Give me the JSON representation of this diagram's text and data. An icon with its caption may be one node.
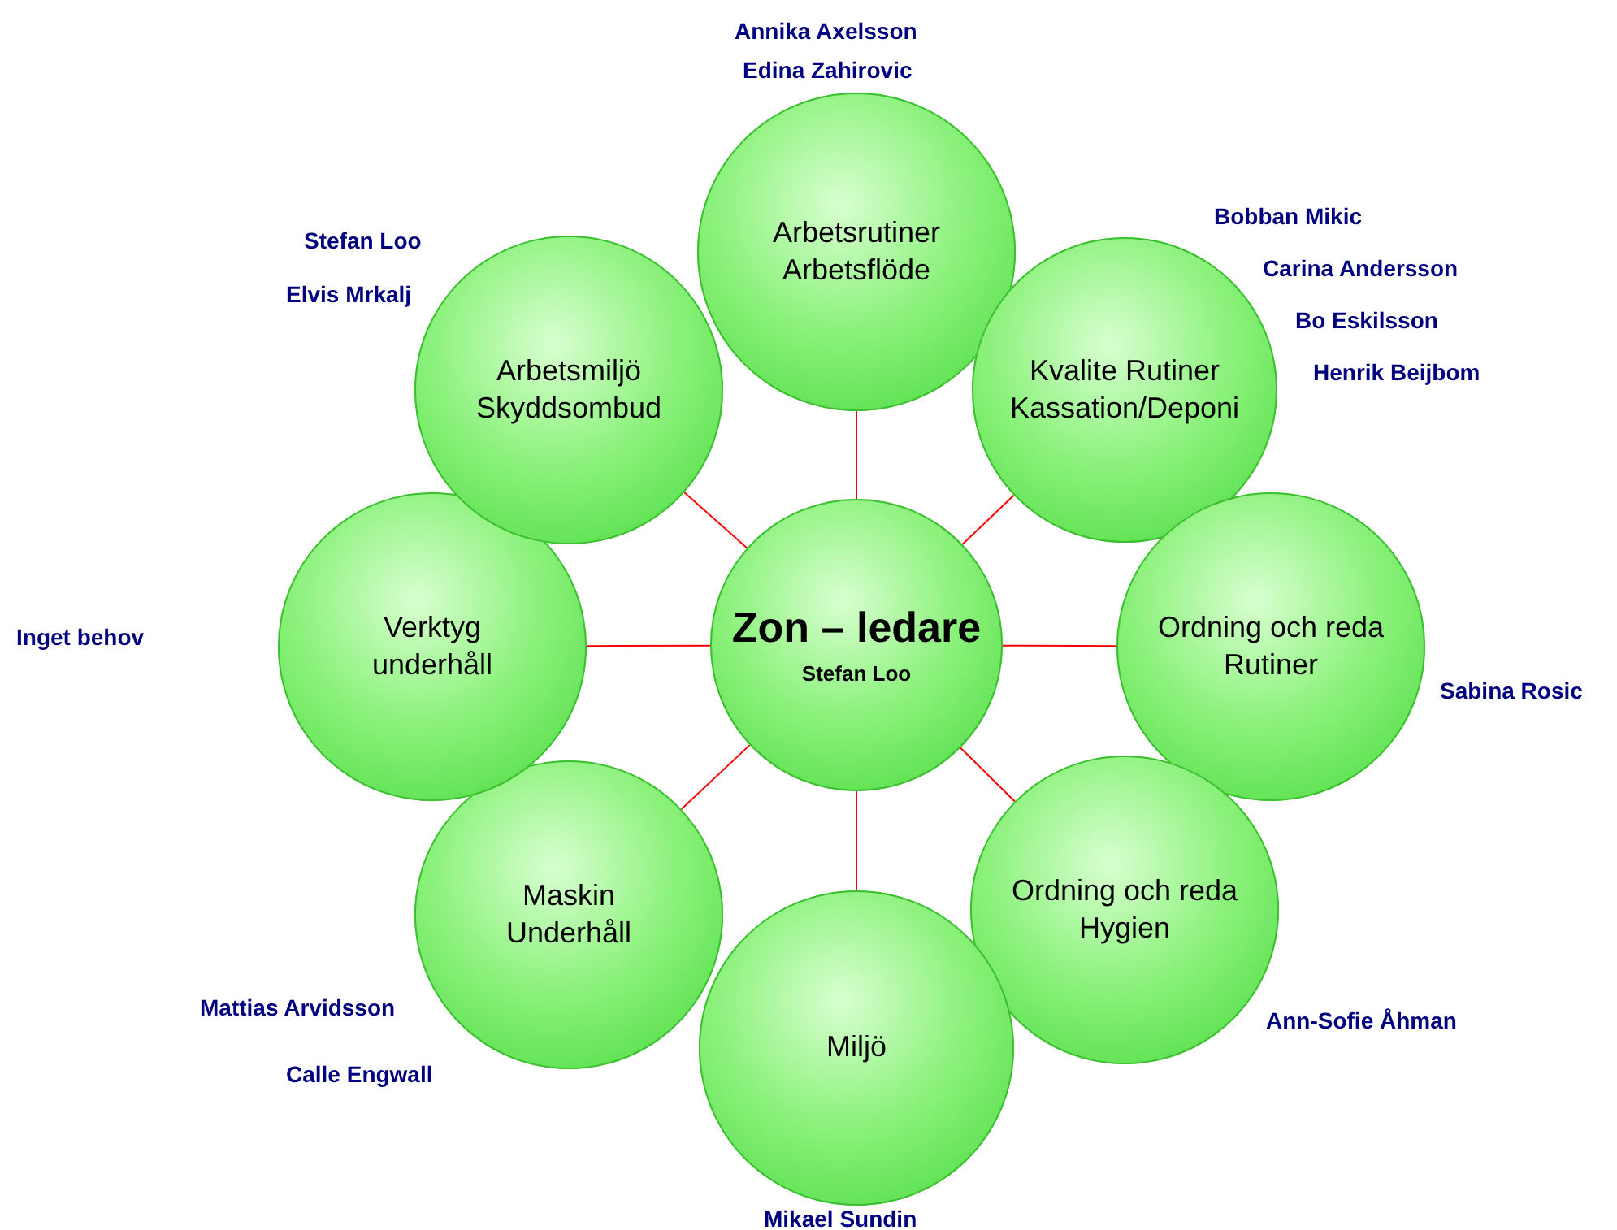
{
  "diagram": {
    "nodes": [
      {
        "text": [
          "Zon – ledare",
          "Stefan Loo"
        ]
      },
      {
        "text": [
          "Arbetsrutiner Arbetsflöde"
        ],
        "beside": [
          "Annika Axelsson",
          "Edina Zahirovic"
        ]
      },
      {
        "text": [
          "Kvalite Rutiner Kassation/Deponi"
        ],
        "beside": [
          "Bobban Mikic",
          "Carina Andersson",
          "Bo Eskilsson",
          "Henrik Beijbom"
        ]
      },
      {
        "text": [
          "Ordning och reda Rutiner"
        ],
        "beside": [
          "Sabina Rosic"
        ]
      },
      {
        "text": [
          "Ordning och reda Hygien"
        ],
        "beside": [
          "Ann-Sofie Åhman"
        ]
      },
      {
        "text": [
          "Miljö"
        ],
        "beside": [
          "Mikael Sundin"
        ]
      },
      {
        "text": [
          "Maskin Underhåll"
        ],
        "beside": [
          "Mattias Arvidsson",
          "Calle Engwall"
        ]
      },
      {
        "text": [
          "Verktyg underhåll"
        ]
      },
      {
        "text": [
          "Arbetsmiljö Skyddsombud"
        ],
        "beside": [
          "Stefan Loo",
          "Elvis Mrkalj"
        ]
      }
    ],
    "edges": [
      {
        "from": 0,
        "to": 1,
        "arrow": "none"
      },
      {
        "from": 0,
        "to": 2,
        "arrow": "none"
      },
      {
        "from": 0,
        "to": 3,
        "arrow": "none"
      },
      {
        "from": 0,
        "to": 4,
        "arrow": "none"
      },
      {
        "from": 0,
        "to": 5,
        "arrow": "none"
      },
      {
        "from": 0,
        "to": 6,
        "arrow": "none"
      },
      {
        "from": 0,
        "to": 7,
        "arrow": "none"
      },
      {
        "from": 0,
        "to": 8,
        "arrow": "none"
      }
    ],
    "labels": [
      "Inget behov"
    ]
  }
}
